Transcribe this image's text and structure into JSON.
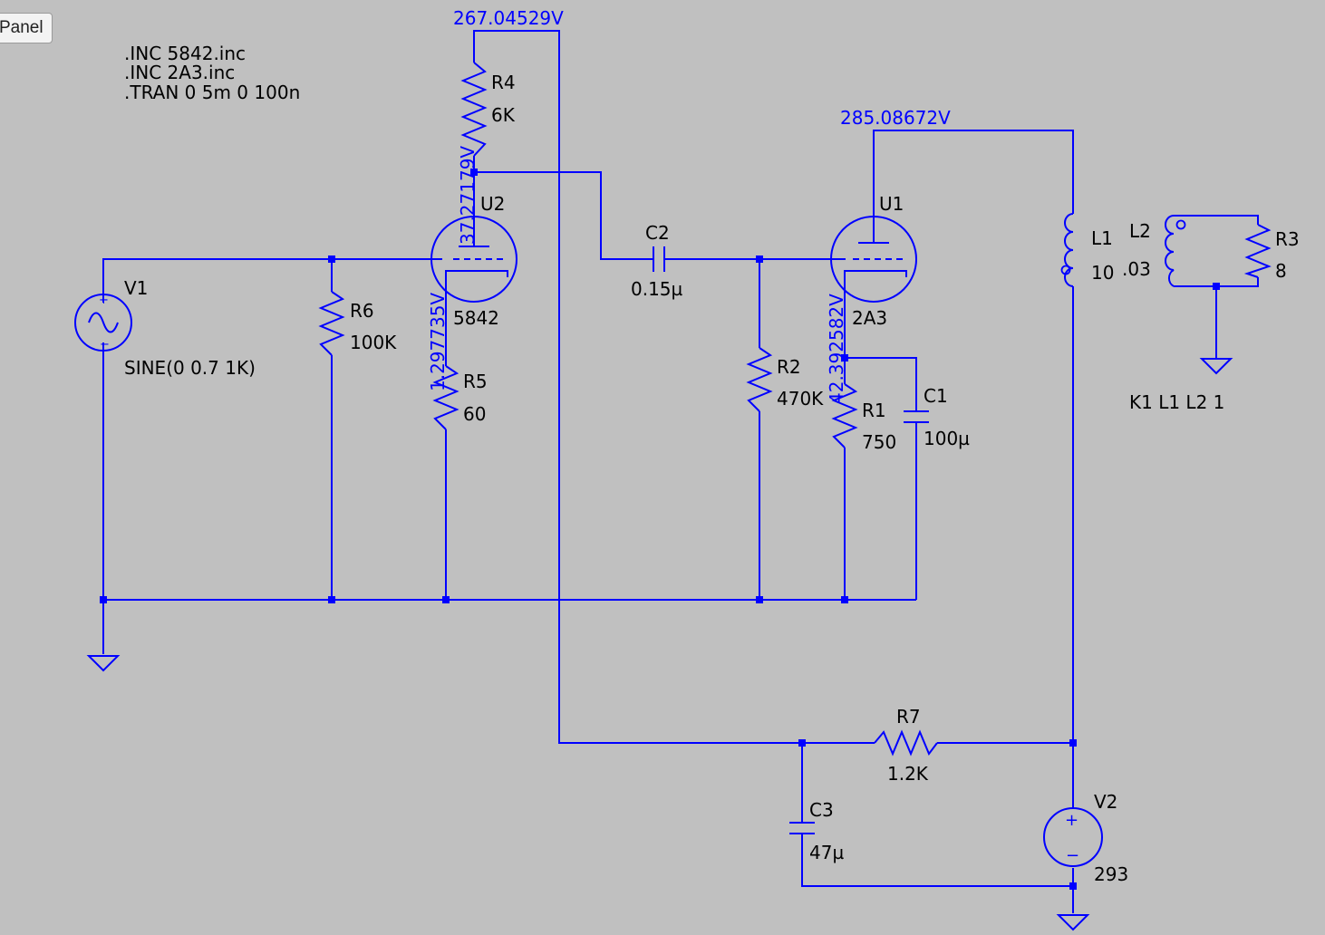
{
  "panel_tab": "Panel",
  "directives": [
    ".INC 5842.inc",
    ".INC 2A3.inc",
    ".TRAN 0 5m 0 100n"
  ],
  "coupling_directive": "K1 L1 L2 1",
  "voltages": {
    "v267": "267.04529V",
    "v285": "285.08672V",
    "v37": "37.27179V",
    "v1297": "1.297735V",
    "v42": "42.392582V"
  },
  "components": {
    "R4": {
      "name": "R4",
      "value": "6K"
    },
    "R6": {
      "name": "R6",
      "value": "100K"
    },
    "R5": {
      "name": "R5",
      "value": "60"
    },
    "R2": {
      "name": "R2",
      "value": "470K"
    },
    "R1": {
      "name": "R1",
      "value": "750"
    },
    "R3": {
      "name": "R3",
      "value": "8"
    },
    "R7": {
      "name": "R7",
      "value": "1.2K"
    },
    "C1": {
      "name": "C1",
      "value": "100µ"
    },
    "C2": {
      "name": "C2",
      "value": "0.15µ"
    },
    "C3": {
      "name": "C3",
      "value": "47µ"
    },
    "L1": {
      "name": "L1",
      "value": "10"
    },
    "L2": {
      "name": "L2",
      "value": ".03"
    },
    "U1": {
      "name": "U1",
      "value": "2A3"
    },
    "U2": {
      "name": "U2",
      "value": "5842"
    },
    "V1": {
      "name": "V1",
      "value": "SINE(0 0.7 1K)"
    },
    "V2": {
      "name": "V2",
      "value": "293"
    }
  },
  "colors": {
    "background": "#c0c0c0",
    "wire": "#0000ff",
    "text": "#000000"
  }
}
